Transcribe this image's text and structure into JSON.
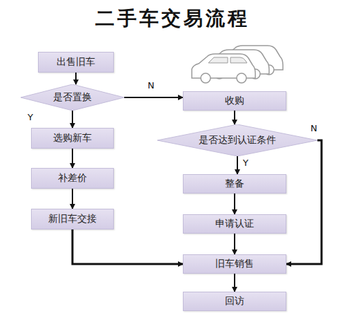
{
  "diagram": {
    "title": "二手车交易流程",
    "nodes": [
      {
        "text": [
          "出售旧车"
        ]
      },
      {
        "text": [
          "是否置换"
        ]
      },
      {
        "text": [
          "选购新车"
        ]
      },
      {
        "text": [
          "补差价"
        ]
      },
      {
        "text": [
          "新旧车交接"
        ]
      },
      {
        "text": [
          "收购"
        ]
      },
      {
        "text": [
          "是否达到认证条件"
        ]
      },
      {
        "text": [
          "整备"
        ]
      },
      {
        "text": [
          "申请认证"
        ]
      },
      {
        "text": [
          "旧车销售"
        ]
      },
      {
        "text": [
          "回访"
        ]
      }
    ],
    "edges": [
      {
        "from": 0,
        "to": 1,
        "arrow": "to"
      },
      {
        "from": 1,
        "to": 2,
        "label": "Y",
        "arrow": "to"
      },
      {
        "from": 1,
        "to": 5,
        "label": "N",
        "arrow": "to"
      },
      {
        "from": 2,
        "to": 3,
        "arrow": "to"
      },
      {
        "from": 3,
        "to": 4,
        "arrow": "to"
      },
      {
        "from": 4,
        "to": 9,
        "arrow": "to"
      },
      {
        "from": 5,
        "to": 6,
        "arrow": "to"
      },
      {
        "from": 6,
        "to": 7,
        "label": "Y",
        "arrow": "to"
      },
      {
        "from": 7,
        "to": 8,
        "arrow": "to"
      },
      {
        "from": 8,
        "to": 9,
        "arrow": "to"
      },
      {
        "from": 9,
        "to": 10,
        "arrow": "to"
      },
      {
        "from": 6,
        "to": 9,
        "label": "N",
        "arrow": "to"
      }
    ]
  }
}
